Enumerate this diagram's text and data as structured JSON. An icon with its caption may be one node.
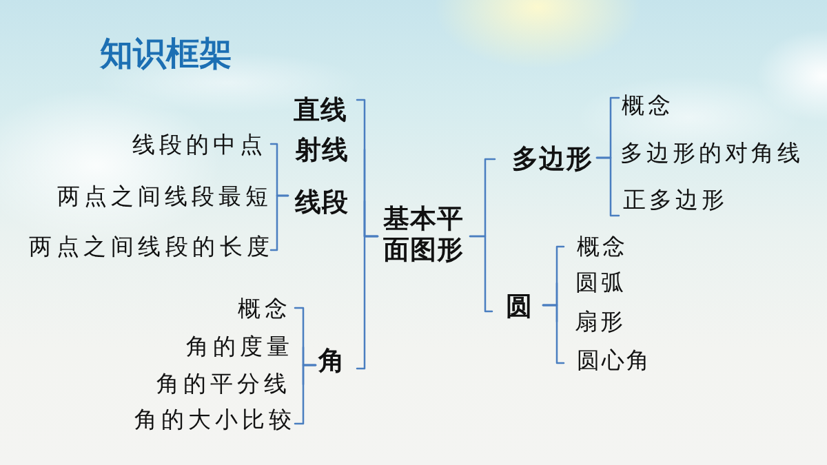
{
  "diagram": {
    "title": "知识框架",
    "nodes": [
      {
        "text": [
          "基本平面图形"
        ]
      },
      {
        "text": [
          "直线"
        ]
      },
      {
        "text": [
          "射线"
        ]
      },
      {
        "text": [
          "线段"
        ]
      },
      {
        "text": [
          "角"
        ]
      },
      {
        "text": [
          "线段的中点"
        ]
      },
      {
        "text": [
          "两点之间线段最短"
        ]
      },
      {
        "text": [
          "两点之间线段的长度"
        ]
      },
      {
        "text": [
          "概念"
        ]
      },
      {
        "text": [
          "角的度量"
        ]
      },
      {
        "text": [
          "角的平分线"
        ]
      },
      {
        "text": [
          "角的大小比较"
        ]
      },
      {
        "text": [
          "多边形"
        ]
      },
      {
        "text": [
          "圆"
        ]
      },
      {
        "text": [
          "概念"
        ]
      },
      {
        "text": [
          "多边形的对角线"
        ]
      },
      {
        "text": [
          "正多边形"
        ]
      },
      {
        "text": [
          "概念"
        ]
      },
      {
        "text": [
          "圆弧"
        ]
      },
      {
        "text": [
          "扇形"
        ]
      },
      {
        "text": [
          "圆心角"
        ]
      }
    ],
    "edges": [
      {
        "from": 0,
        "to": 1,
        "arrow": "none"
      },
      {
        "from": 0,
        "to": 2,
        "arrow": "none"
      },
      {
        "from": 0,
        "to": 3,
        "arrow": "none"
      },
      {
        "from": 0,
        "to": 4,
        "arrow": "none"
      },
      {
        "from": 3,
        "to": 5,
        "arrow": "none"
      },
      {
        "from": 3,
        "to": 6,
        "arrow": "none"
      },
      {
        "from": 3,
        "to": 7,
        "arrow": "none"
      },
      {
        "from": 4,
        "to": 8,
        "arrow": "none"
      },
      {
        "from": 4,
        "to": 9,
        "arrow": "none"
      },
      {
        "from": 4,
        "to": 10,
        "arrow": "none"
      },
      {
        "from": 4,
        "to": 11,
        "arrow": "none"
      },
      {
        "from": 0,
        "to": 12,
        "arrow": "none"
      },
      {
        "from": 0,
        "to": 13,
        "arrow": "none"
      },
      {
        "from": 12,
        "to": 14,
        "arrow": "none"
      },
      {
        "from": 12,
        "to": 15,
        "arrow": "none"
      },
      {
        "from": 12,
        "to": 16,
        "arrow": "none"
      },
      {
        "from": 13,
        "to": 17,
        "arrow": "none"
      },
      {
        "from": 13,
        "to": 18,
        "arrow": "none"
      },
      {
        "from": 13,
        "to": 19,
        "arrow": "none"
      },
      {
        "from": 13,
        "to": 20,
        "arrow": "none"
      }
    ]
  }
}
